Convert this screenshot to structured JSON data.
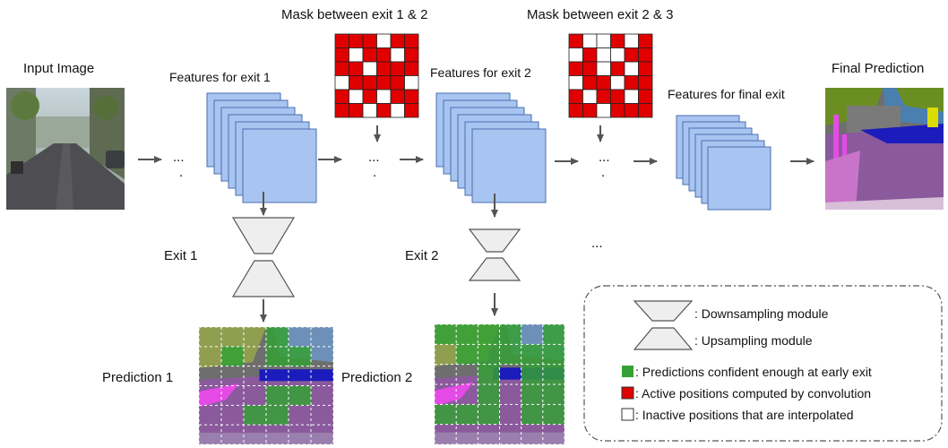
{
  "labels": {
    "input_image": "Input Image",
    "features_exit1": "Features for exit 1",
    "features_exit2": "Features for exit 2",
    "features_final": "Features for final exit",
    "final_prediction": "Final Prediction",
    "mask_12": "Mask between exit 1 & 2",
    "mask_23": "Mask between exit 2 & 3",
    "exit1": "Exit 1",
    "exit2": "Exit 2",
    "prediction1": "Prediction 1",
    "prediction2": "Prediction 2",
    "ellipsis": "...",
    "dot": "."
  },
  "legend": {
    "downsampling": ": Downsampling module",
    "upsampling": ": Upsampling module",
    "confident": ": Predictions confident enough at early exit",
    "active": ": Active positions computed by convolution",
    "inactive": ": Inactive positions that are interpolated"
  },
  "colors": {
    "feature_fill": "#a8c4f0",
    "feature_stroke": "#4a6fb0",
    "mask_red": "#e00000",
    "green": "#35a035",
    "module_fill": "#eeeeee",
    "arrow": "#555555",
    "purple": "#8a5a9c",
    "road_gray": "#6e6e6e",
    "navy": "#1c1cbc"
  },
  "masks": {
    "mask_12": [
      [
        1,
        1,
        1,
        0,
        1,
        1
      ],
      [
        1,
        0,
        1,
        1,
        0,
        1
      ],
      [
        1,
        1,
        0,
        1,
        1,
        1
      ],
      [
        0,
        1,
        1,
        1,
        1,
        0
      ],
      [
        1,
        0,
        1,
        0,
        1,
        1
      ],
      [
        1,
        1,
        0,
        1,
        0,
        1
      ]
    ],
    "mask_23": [
      [
        1,
        0,
        0,
        1,
        0,
        1
      ],
      [
        0,
        1,
        0,
        0,
        1,
        1
      ],
      [
        1,
        1,
        0,
        1,
        0,
        1
      ],
      [
        0,
        1,
        1,
        0,
        1,
        1
      ],
      [
        1,
        0,
        1,
        1,
        0,
        1
      ],
      [
        1,
        1,
        0,
        1,
        1,
        1
      ]
    ]
  },
  "prediction_confident": {
    "prediction1": [
      [
        0,
        0,
        0,
        1,
        0,
        0
      ],
      [
        0,
        1,
        0,
        1,
        1,
        0
      ],
      [
        0,
        0,
        0,
        0,
        0,
        0
      ],
      [
        0,
        0,
        0,
        1,
        1,
        0
      ],
      [
        0,
        0,
        1,
        1,
        0,
        0
      ],
      [
        0,
        0,
        0,
        0,
        0,
        0
      ]
    ],
    "prediction2": [
      [
        1,
        1,
        1,
        1,
        0,
        1
      ],
      [
        0,
        1,
        1,
        1,
        1,
        1
      ],
      [
        0,
        0,
        1,
        0,
        1,
        1
      ],
      [
        0,
        0,
        1,
        0,
        1,
        1
      ],
      [
        1,
        1,
        1,
        0,
        1,
        1
      ],
      [
        0,
        0,
        0,
        0,
        0,
        0
      ]
    ]
  }
}
